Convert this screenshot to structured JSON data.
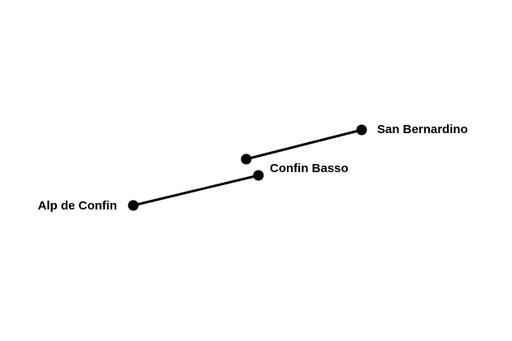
{
  "diagram": {
    "line_color": "#000000",
    "stops": [
      {
        "id": "alp",
        "label": "Alp de Confin"
      },
      {
        "id": "basso",
        "label": "Confin Basso"
      },
      {
        "id": "mid",
        "label": ""
      },
      {
        "id": "bernardino",
        "label": "San Bernardino"
      }
    ],
    "segments": [
      {
        "from": "alp",
        "to": "basso"
      },
      {
        "from": "mid",
        "to": "bernardino"
      }
    ]
  }
}
